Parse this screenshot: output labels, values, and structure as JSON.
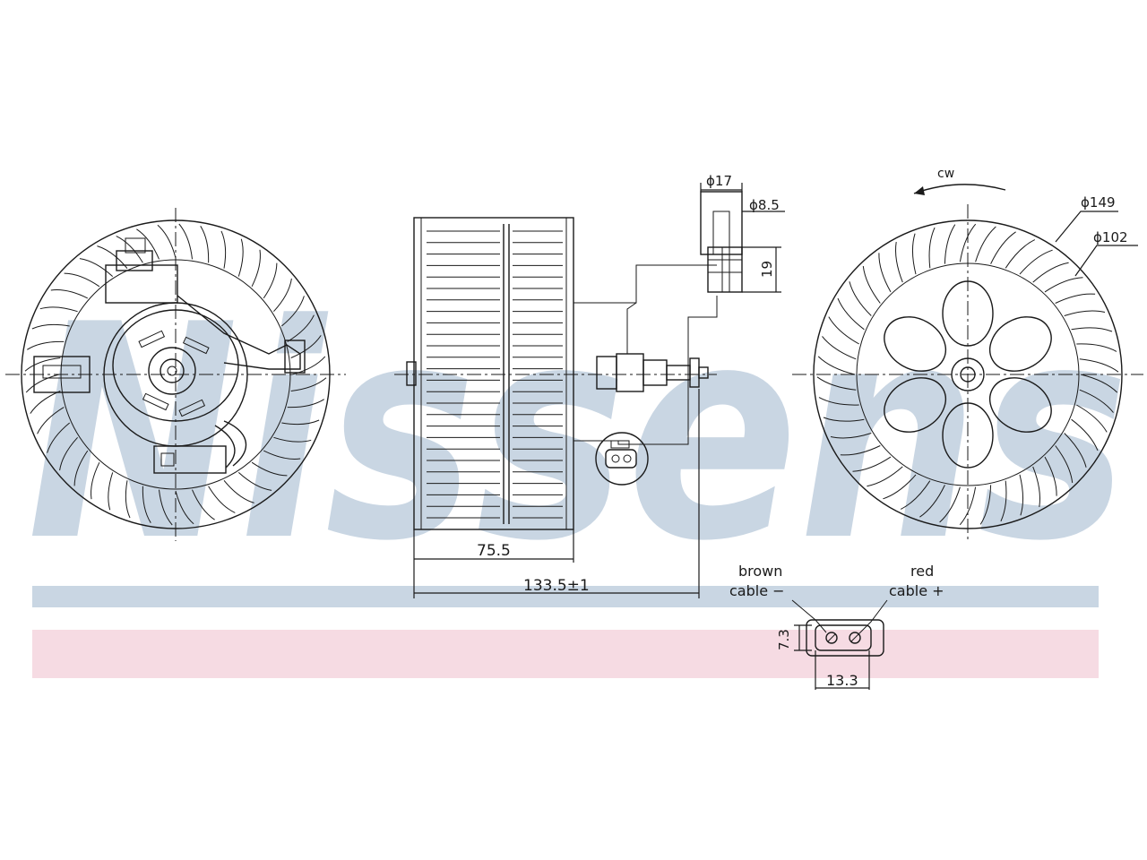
{
  "brand": {
    "watermark": "Nissens",
    "watermark_color": "#c9d6e3",
    "band_blue": "#c9d6e3",
    "band_pink": "#f6dbe3"
  },
  "rotation": {
    "label": "cw"
  },
  "dimensions": {
    "rotor_depth": "75.5",
    "overall_length": "133.5±1",
    "shaft_diameter": "ϕ17",
    "bore_diameter": "ϕ8.5",
    "shaft_length": "19",
    "wheel_outer": "ϕ149",
    "wheel_inner": "ϕ102",
    "connector_height": "7.3",
    "connector_width": "13.3"
  },
  "wiring": {
    "negative_color": "brown",
    "negative_label": "cable  −",
    "positive_color": "red",
    "positive_label": "cable  +"
  }
}
